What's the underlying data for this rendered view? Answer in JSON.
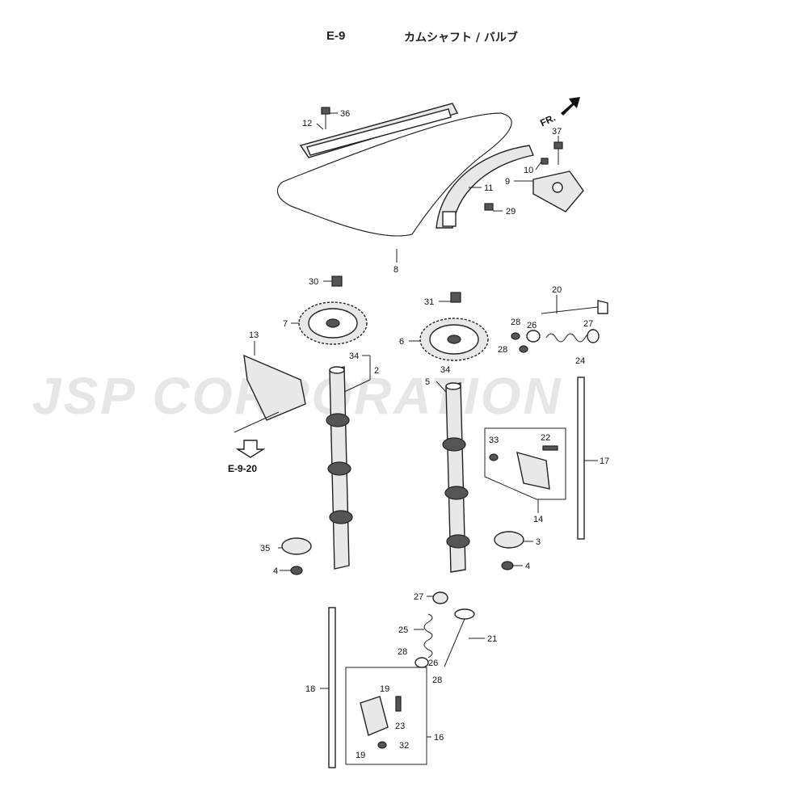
{
  "header": {
    "code": "E-9",
    "title": "カムシャフト / バルブ"
  },
  "watermark": "JSP CORPORATION",
  "direction_label": "FR.",
  "reference": "E-9-20",
  "callouts": [
    "36",
    "12",
    "37",
    "10",
    "9",
    "11",
    "29",
    "8",
    "30",
    "7",
    "31",
    "20",
    "28",
    "26",
    "27",
    "6",
    "28",
    "24",
    "13",
    "34",
    "2",
    "34",
    "5",
    "33",
    "22",
    "17",
    "14",
    "3",
    "35",
    "4",
    "4",
    "27",
    "25",
    "21",
    "28",
    "26",
    "28",
    "18",
    "19",
    "23",
    "16",
    "19",
    "32"
  ]
}
